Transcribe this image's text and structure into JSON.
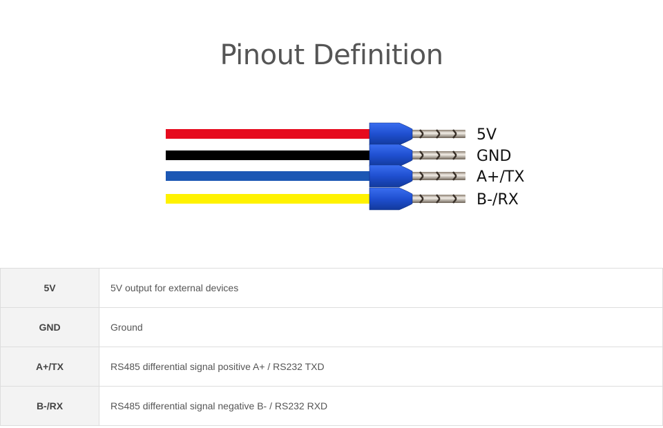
{
  "title": "Pinout Definition",
  "wires": [
    {
      "label": "5V",
      "color": "#e60b1e"
    },
    {
      "label": "GND",
      "color": "#000000"
    },
    {
      "label": "A+/TX",
      "color": "#1c57b4"
    },
    {
      "label": "B-/RX",
      "color": "#fff200"
    }
  ],
  "ferrule_color": "#1f4fd0",
  "table": [
    {
      "pin": "5V",
      "description": "5V output for external devices"
    },
    {
      "pin": "GND",
      "description": "Ground"
    },
    {
      "pin": "A+/TX",
      "description": "RS485 differential signal positive A+ / RS232 TXD"
    },
    {
      "pin": "B-/RX",
      "description": "RS485 differential signal negative B- / RS232 RXD"
    }
  ]
}
